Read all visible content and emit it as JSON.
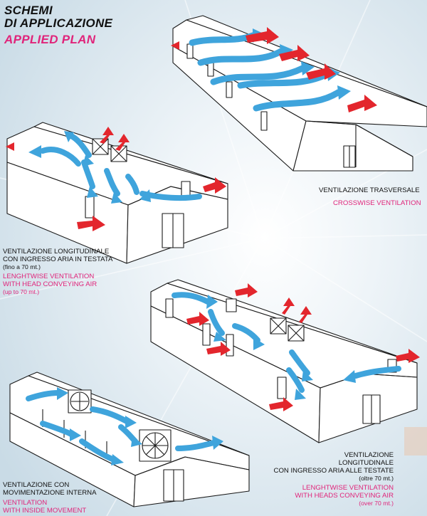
{
  "header": {
    "title_line1": "SCHEMI",
    "title_line2": "DI APPLICAZIONE",
    "subtitle": "APPLIED PLAN"
  },
  "colors": {
    "background": "#dfeaf2",
    "blue_arrow": "#3fa4dc",
    "red_arrow": "#e3262d",
    "magenta_text": "#e0247a",
    "outline": "#1a1a1a"
  },
  "schemes": {
    "crosswise": {
      "it": "VENTILAZIONE TRASVERSALE",
      "en": "CROSSWISE VENTILATION"
    },
    "lengthwise_head": {
      "it_1": "VENTILAZIONE  LONGITUDINALE",
      "it_2": "CON INGRESSO ARIA IN TESTATA",
      "it_3": "(fino a 70 mt.)",
      "en_1": "LENGHTWISE VENTILATION",
      "en_2": "WITH HEAD CONVEYING AIR",
      "en_3": "(up to 70 mt.)"
    },
    "lengthwise_heads": {
      "it_1": "VENTILAZIONE",
      "it_2": "LONGITUDINALE",
      "it_3": "CON INGRESSO ARIA ALLE TESTATE",
      "it_4": "(oltre 70 mt.)",
      "en_1": "LENGHTWISE VENTILATION",
      "en_2": "WITH HEADS CONVEYING AIR",
      "en_3": "(over 70 mt.)"
    },
    "inside_movement": {
      "it_1": "VENTILAZIONE CON",
      "it_2": "MOVIMENTAZIONE INTERNA",
      "en_1": "VENTILATION",
      "en_2": "WITH INSIDE MOVEMENT"
    }
  }
}
